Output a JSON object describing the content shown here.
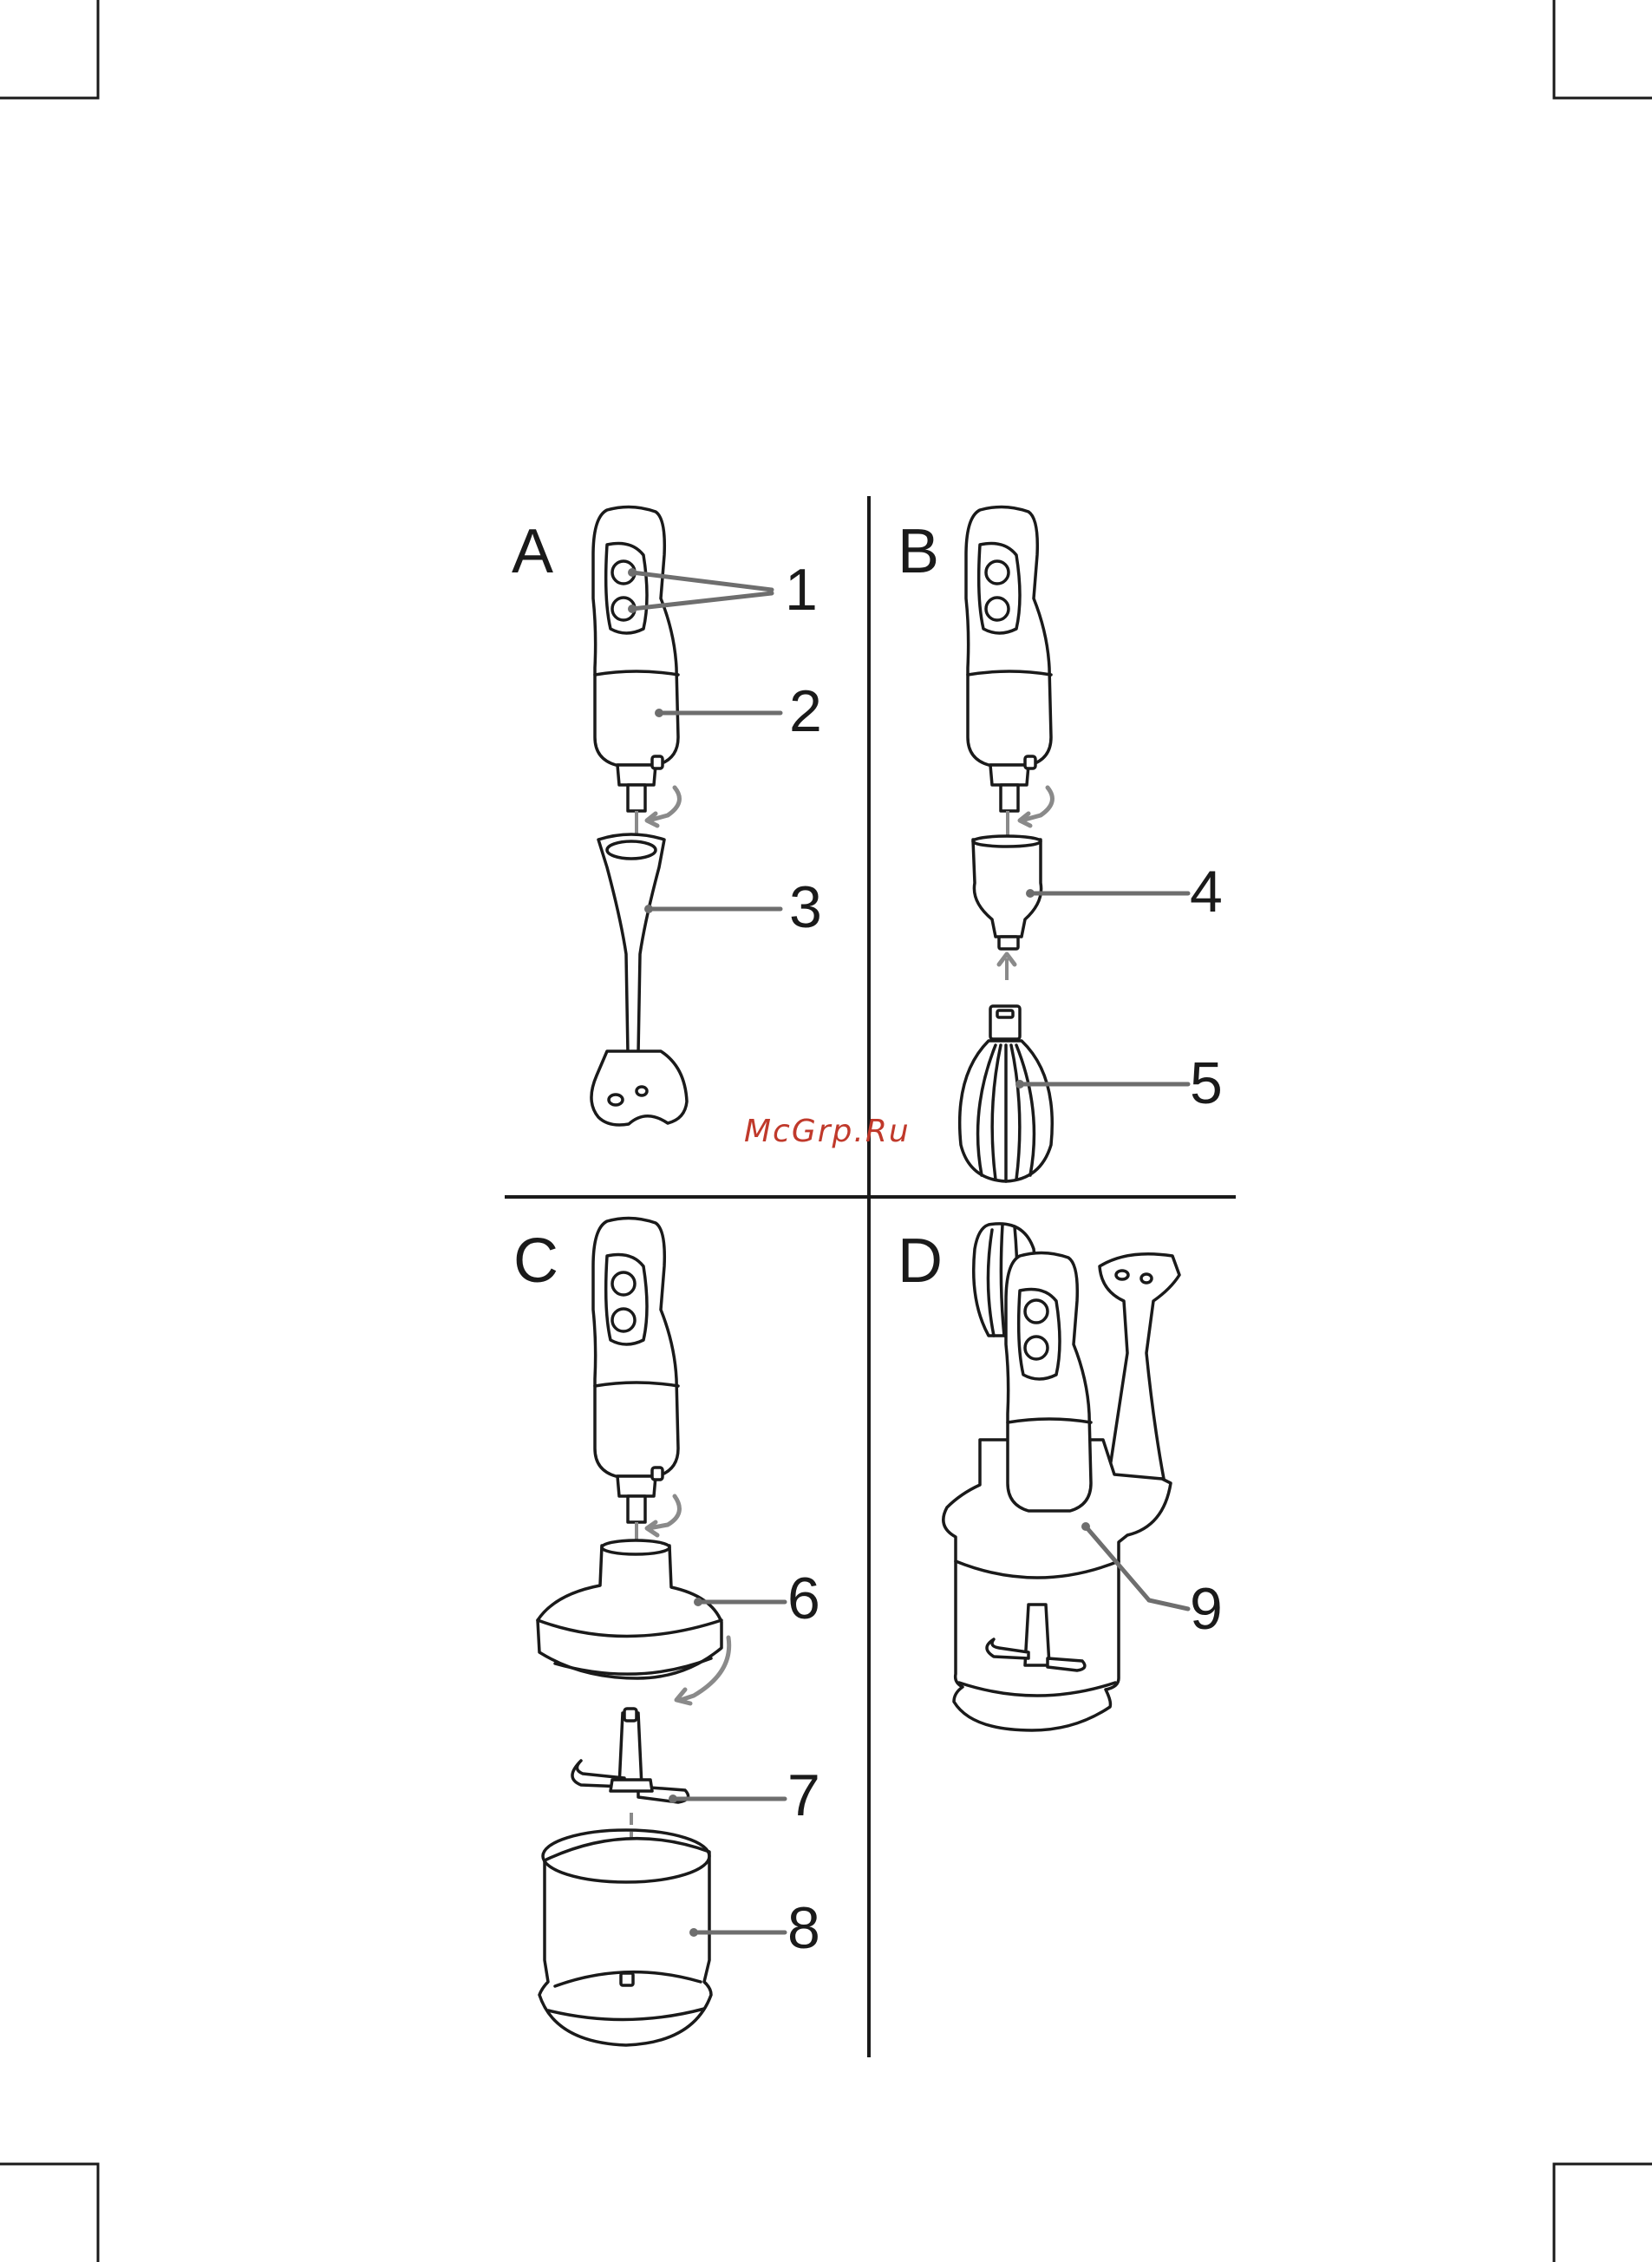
{
  "watermark": "McGrp.Ru",
  "watermark_color": "#c0392b",
  "panels": [
    {
      "letter": "A"
    },
    {
      "letter": "B"
    },
    {
      "letter": "C"
    },
    {
      "letter": "D"
    }
  ],
  "callouts": [
    "1",
    "2",
    "3",
    "4",
    "5",
    "6",
    "7",
    "8",
    "9"
  ]
}
